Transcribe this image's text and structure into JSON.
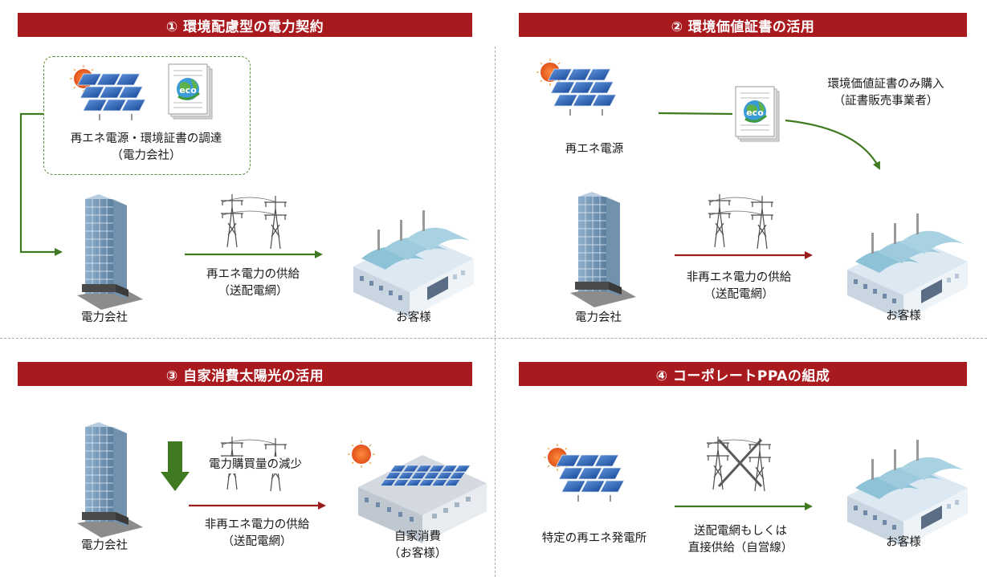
{
  "panels": [
    {
      "title": "① 環境配慮型の電力契約",
      "procure_label": [
        "再エネ電源・環境証書の調達",
        "（電力会社）"
      ],
      "supply_label": [
        "再エネ電力の供給",
        "（送配電網）"
      ],
      "company_label": "電力会社",
      "customer_label": "お客様"
    },
    {
      "title": "② 環境価値証書の活用",
      "source_label": "再エネ電源",
      "certificate_label": [
        "環境価値証書のみ購入",
        "（証書販売事業者）"
      ],
      "supply_label": [
        "非再エネ電力の供給",
        "（送配電網）"
      ],
      "company_label": "電力会社",
      "customer_label": "お客様"
    },
    {
      "title": "③ 自家消費太陽光の活用",
      "reduction_label": "電力購買量の減少",
      "supply_label": [
        "非再エネ電力の供給",
        "（送配電網）"
      ],
      "company_label": "電力会社",
      "customer_label": [
        "自家消費",
        "（お客様）"
      ]
    },
    {
      "title": "④ コーポレートPPAの組成",
      "source_label": "特定の再エネ発電所",
      "supply_label": [
        "送配電網もしくは",
        "直接供給（自営線）"
      ],
      "customer_label": "お客様"
    }
  ],
  "eco_text": "eco",
  "colors": {
    "header_bg": "#a91a1f",
    "green_arrow": "#3f7a21",
    "red_arrow": "#9b1c1c"
  }
}
